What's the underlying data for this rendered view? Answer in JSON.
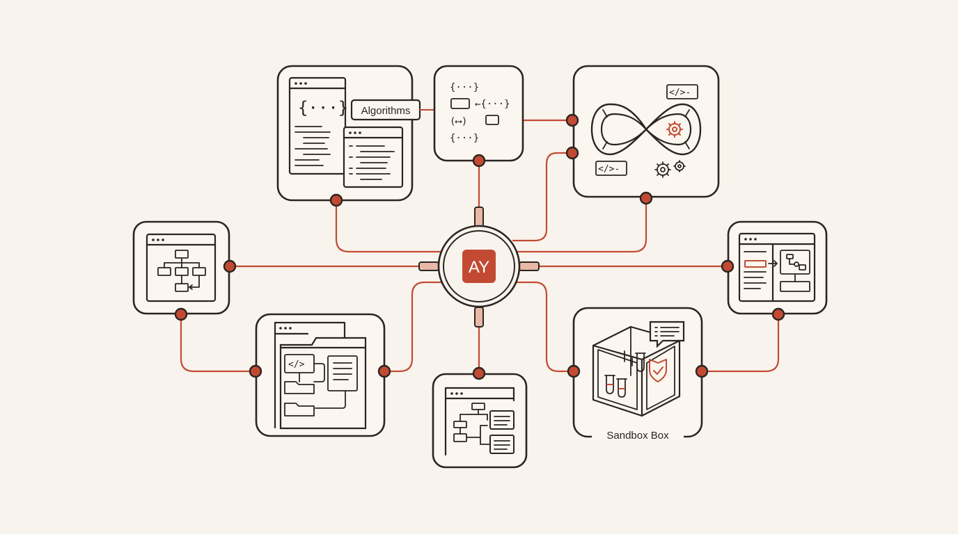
{
  "colors": {
    "background": "#f8f3ec",
    "ink": "#2a2522",
    "accent": "#c24a33",
    "accent_light": "#e8b9a6"
  },
  "hub": {
    "logo_text": "AY"
  },
  "labels": {
    "algorithms": "Algorithms",
    "sandbox": "Sandbox Box"
  },
  "glyphs": {
    "braces": "{···}",
    "small_braces": "{···}",
    "arrow_brace": "←{···}",
    "paren_arrow": "(⟷)",
    "code_tag": "</>-"
  },
  "nodes": [
    {
      "name": "code-editor-window-icon",
      "connects_to": "algorithms-flow-panel"
    },
    {
      "name": "algorithms-flow-panel",
      "connects_to": "hub"
    },
    {
      "name": "devops-infinity-loop-icon",
      "connects_to": "hub"
    },
    {
      "name": "flowchart-window-icon",
      "connects_to": "hub"
    },
    {
      "name": "folder-tree-window-icon",
      "connects_to": "hub"
    },
    {
      "name": "hierarchy-diagram-window-icon",
      "connects_to": "hub"
    },
    {
      "name": "sandbox-box-icon",
      "connects_to": "hub"
    },
    {
      "name": "split-view-window-icon",
      "connects_to": "hub"
    }
  ]
}
